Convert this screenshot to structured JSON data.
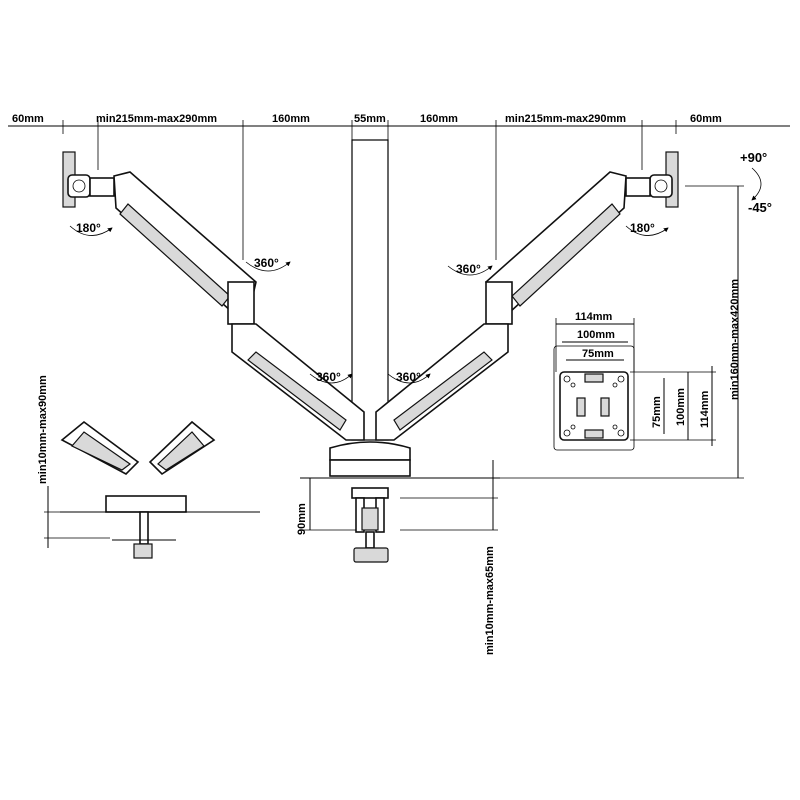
{
  "diagram": {
    "top_dims": {
      "left_outer": "60mm",
      "left_arm": "min215mm-max290mm",
      "left_inner": "160mm",
      "center": "55mm",
      "right_inner": "160mm",
      "right_arm": "min215mm-max290mm",
      "right_outer": "60mm"
    },
    "rotations": {
      "left_head": "180°",
      "right_head": "180°",
      "left_elbow": "360°",
      "right_elbow": "360°",
      "left_base": "360°",
      "right_base": "360°"
    },
    "tilt": {
      "up": "+90°",
      "down": "-45°"
    },
    "height_range": "min160mm-max420mm",
    "vesa": {
      "w114": "114mm",
      "w100": "100mm",
      "w75": "75mm",
      "h75": "75mm",
      "h100": "100mm",
      "h114": "114mm"
    },
    "left_view_dim": "min10mm-max90mm",
    "clamp_height": "90mm",
    "desk_thickness": "min10mm-max65mm"
  }
}
